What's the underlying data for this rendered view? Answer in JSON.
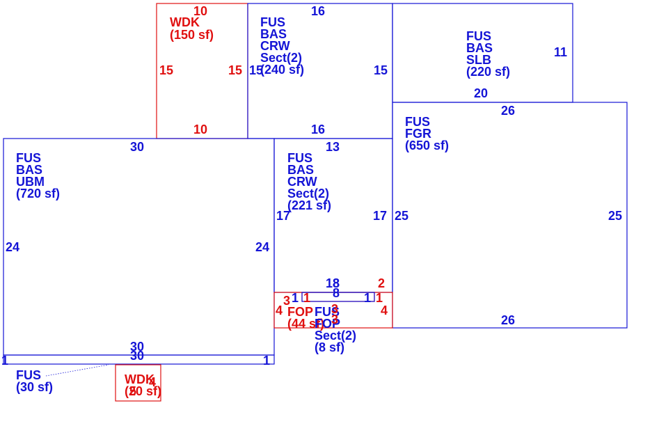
{
  "colors": {
    "main": "#1414d6",
    "deck": "#e01010"
  },
  "areas": {
    "wdk_top": [
      "WDK",
      "(150 sf)"
    ],
    "crw_top": [
      "FUS",
      "BAS",
      "CRW",
      "Sect(2)",
      "(240 sf)"
    ],
    "slb": [
      "FUS",
      "BAS",
      "SLB",
      "(220 sf)"
    ],
    "fgr": [
      "FUS",
      "FGR",
      "(650 sf)"
    ],
    "ubm": [
      "FUS",
      "BAS",
      "UBM",
      "(720 sf)"
    ],
    "crw_mid": [
      "FUS",
      "BAS",
      "CRW",
      "Sect(2)",
      "(221 sf)"
    ],
    "fop": [
      "FOP",
      "(44 sf)"
    ],
    "small_fus_a": "FUS",
    "small_fus_b": "FOP",
    "small_fus_sect": [
      "Sect(2)",
      "(8 sf)"
    ],
    "fus_30": [
      "FUS",
      "(30 sf)"
    ],
    "wdk_small": [
      "WDK",
      "(20 sf)"
    ]
  },
  "dims": {
    "wdk_top": [
      "10",
      "15",
      "15",
      "10"
    ],
    "crw_top": [
      "16",
      "15",
      "15",
      "16"
    ],
    "slb": [
      "11",
      "20"
    ],
    "fgr": [
      "26",
      "25",
      "25",
      "26"
    ],
    "ubm": [
      "30",
      "24",
      "24",
      "30"
    ],
    "crw_mid": [
      "13",
      "17",
      "17",
      "18"
    ],
    "fop": [
      "2",
      "3",
      "4",
      "4",
      "1",
      "1",
      "1",
      "1"
    ],
    "small": [
      "8",
      "8",
      "3",
      "3"
    ],
    "strip": [
      "30",
      "1",
      "1"
    ],
    "wdk_small": [
      "4",
      "5"
    ]
  }
}
